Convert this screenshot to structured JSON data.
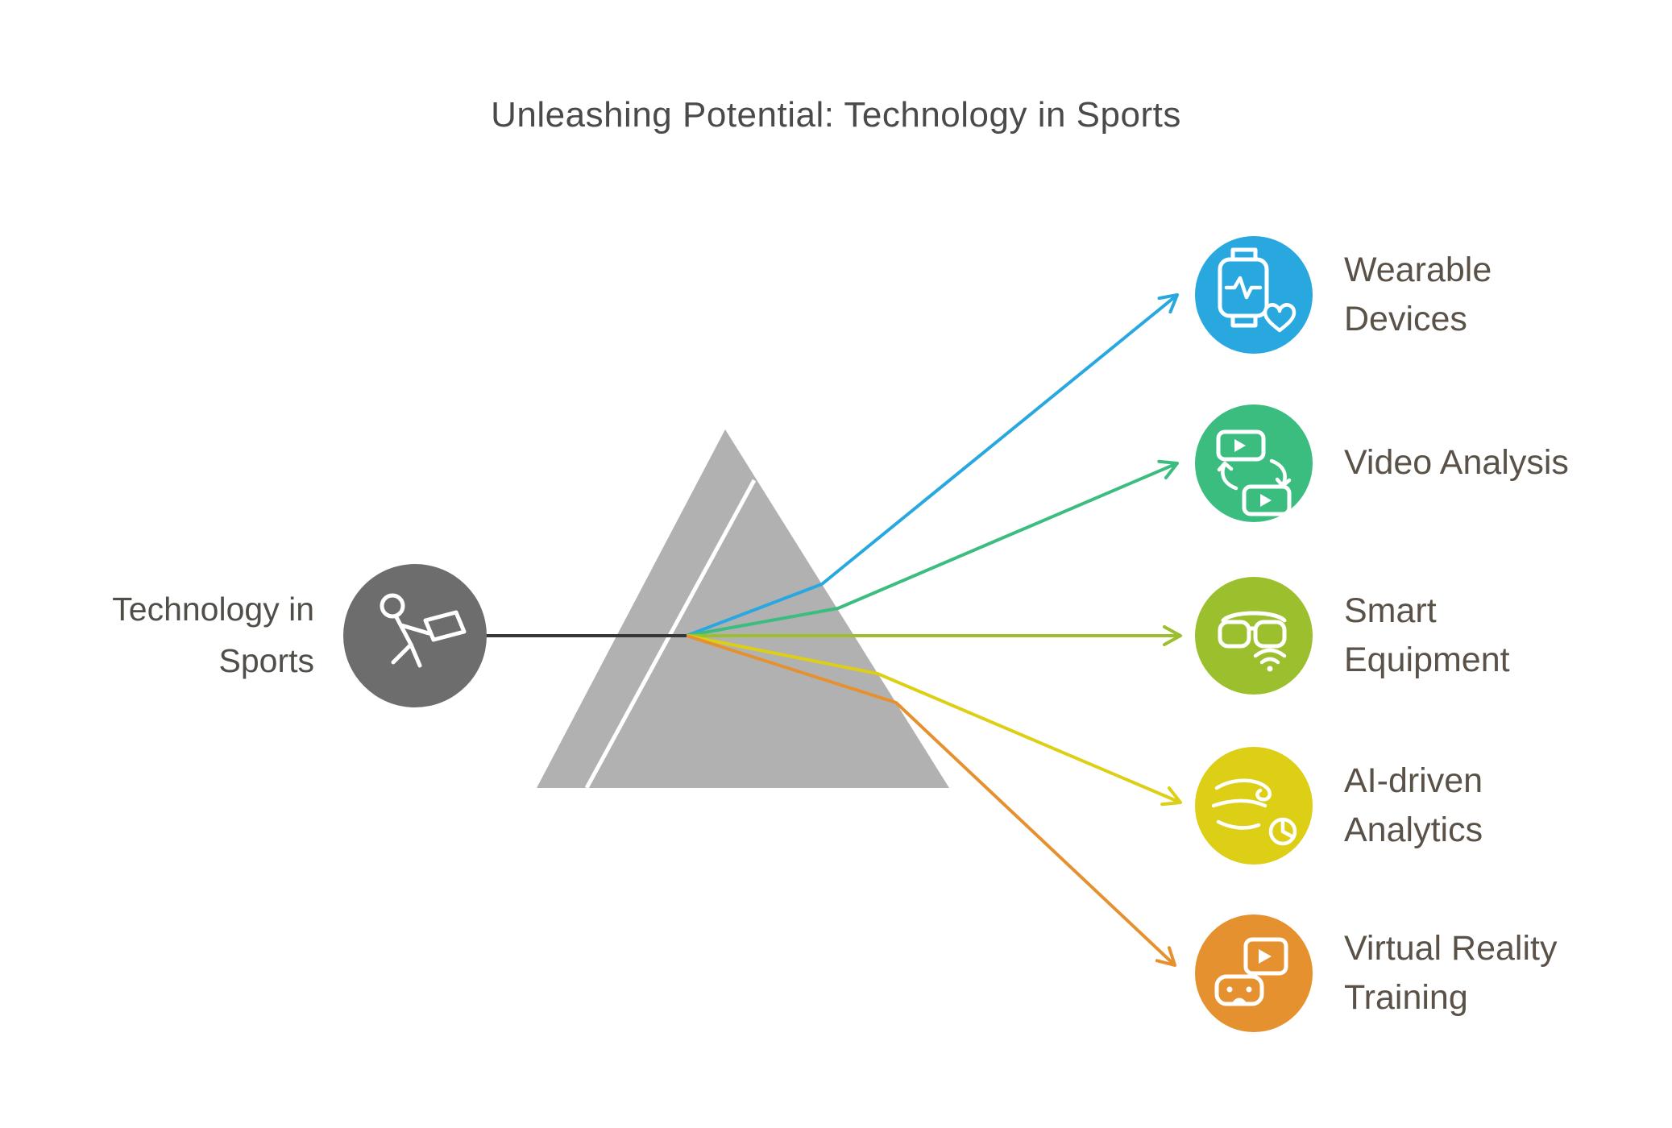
{
  "title": "Unleashing Potential: Technology in Sports",
  "source": {
    "label": "Technology in\nSports",
    "circle_color": "#6d6d6d",
    "icon": "athlete-banner-icon"
  },
  "connector_color": "#35383b",
  "prism": {
    "color": "#b1b1b1"
  },
  "items": [
    {
      "label": "Wearable\nDevices",
      "color": "#29a8e0",
      "icon": "smartwatch-heart-icon"
    },
    {
      "label": "Video Analysis",
      "color": "#3cbd80",
      "icon": "video-analysis-icon"
    },
    {
      "label": "Smart\nEquipment",
      "color": "#9bbf2d",
      "icon": "smart-glasses-icon"
    },
    {
      "label": "AI-driven\nAnalytics",
      "color": "#ddce16",
      "icon": "ai-analytics-icon"
    },
    {
      "label": "Virtual Reality\nTraining",
      "color": "#e5912f",
      "icon": "vr-training-icon"
    }
  ],
  "text": {
    "title_color": "#4a4a4a",
    "label_color": "#5a5248"
  }
}
